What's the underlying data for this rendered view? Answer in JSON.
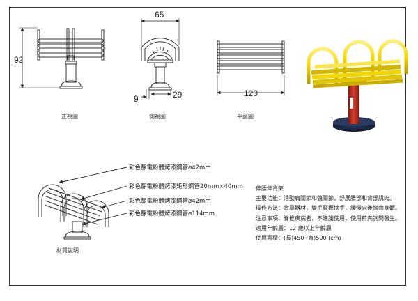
{
  "dimensions": {
    "height": "92",
    "side_width": "65",
    "side_offset": "9",
    "side_base": "29",
    "plan_length": "120"
  },
  "captions": {
    "front": "正視圖",
    "side": "側視圖",
    "plan": "平面圖",
    "material": "材質說明"
  },
  "callouts": [
    "彩色靜電粉體烤漆鋼管ø42mm",
    "彩色靜電粉體烤漆矩形鋼管20mm×40mm",
    "彩色靜電粉體烤漆鋼管ø42mm",
    "彩色靜電粉體烤漆鋼管ø114mm"
  ],
  "product": {
    "title": "伸腰伸背架",
    "lines": [
      "主要功能：活動肩關節和髖關節，舒展腰部和背部肌肉。",
      "操作方法：背靠器材，雙手緊握扶手，緩慢向後彎曲身體。",
      "注意事項：脊椎疾病者，不建議使用，使用前先詢問醫生。",
      "適用年齡層：12 歲以上年齡層",
      "使用面積：(長)450 (寬)500 (cm)"
    ]
  },
  "colors": {
    "frame": "#333333",
    "yellow": "#f2d600",
    "red": "#c0392b",
    "navy": "#1b2a4a"
  }
}
